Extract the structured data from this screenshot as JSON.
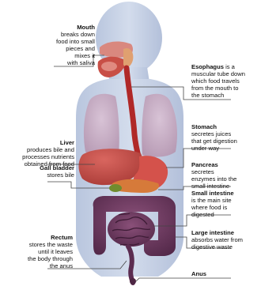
{
  "colors": {
    "body": "#c9d3e6",
    "body_shade": "#aebbd6",
    "lung": "#c9b0c6",
    "esophagus": "#b02828",
    "liver": "#c24a45",
    "stomach": "#d4524b",
    "pancreas": "#d67a3a",
    "gallbladder": "#5a7a2a",
    "intestine": "#6e3d5e",
    "intestine_dark": "#4d2643",
    "leader": "#444444"
  },
  "labels": {
    "mouth": {
      "title": "Mouth",
      "desc": "breaks down\nfood into small\npieces and\nmixes it\nwith saliva"
    },
    "esophagus": {
      "title": "Esophagus",
      "desc": "is a\nmuscular tube down\nwhich food travels\nfrom the mouth to\nthe stomach"
    },
    "stomach": {
      "title": "Stomach",
      "desc": "secretes juices\nthat get digestion\nunder way"
    },
    "liver": {
      "title": "Liver",
      "desc": "produces bile and\nprocesses nutrients\nobtained from food"
    },
    "pancreas": {
      "title": "Pancreas",
      "desc": "secretes\nenzymes into the\nsmall intestine"
    },
    "gallbladder": {
      "title": "Gall bladder",
      "desc": "stores bile"
    },
    "small_intestine": {
      "title": "Small intestine",
      "desc": "is the main site\nwhere food is\ndigested"
    },
    "large_intestine": {
      "title": "Large intestine",
      "desc": "absorbs water from\ndigestive waste"
    },
    "rectum": {
      "title": "Rectum",
      "desc": "stores the waste\nuntil it leaves\nthe body through\nthe anus"
    },
    "anus": {
      "title": "Anus",
      "desc": ""
    }
  }
}
